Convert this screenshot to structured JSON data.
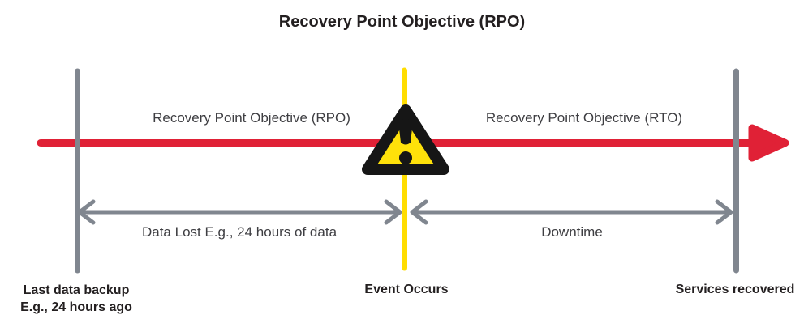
{
  "title": "Recovery Point Objective (RPO)",
  "timeline": {
    "rpo_label": "Recovery Point Objective (RPO)",
    "rto_label": "Recovery Point Objective (RTO)"
  },
  "spans": {
    "data_lost_label": "Data Lost E.g., 24 hours of data",
    "downtime_label": "Downtime"
  },
  "markers": {
    "backup_line1": "Last data backup",
    "backup_line2": "E.g., 24 hours ago",
    "event_label": "Event Occurs",
    "recovery_label": "Services recovered"
  },
  "warning_icon": {
    "glyph": "!"
  },
  "colors": {
    "timeline_red": "#E02136",
    "marker_gray": "#80868F",
    "event_yellow": "#FFDD00",
    "triangle_fill": "#FFE10A",
    "triangle_border": "#161616",
    "text_dark": "#231F20",
    "text_label": "#3E3E42"
  }
}
